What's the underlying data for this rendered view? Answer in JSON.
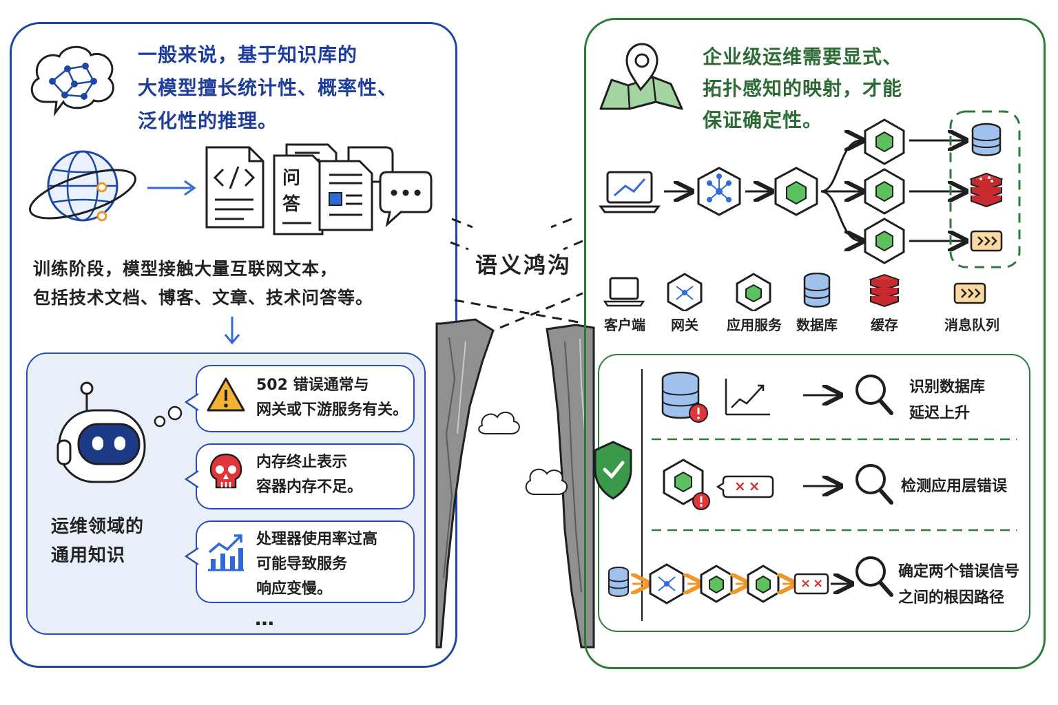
{
  "left": {
    "intro_lines": [
      "一般来说，基于知识库的",
      "大模型擅长统计性、概率性、",
      "泛化性的推理。"
    ],
    "doc_qa_chars": [
      "问",
      "答"
    ],
    "training_lines": [
      "训练阶段，模型接触大量互联网文本，",
      "包括技术文档、博客、文章、技术问答等。"
    ],
    "bubbles": [
      {
        "lines": [
          "502 错误通常与",
          "网关或下游服务有关。"
        ],
        "icon": "warning-icon"
      },
      {
        "lines": [
          "内存终止表示",
          "容器内存不足。"
        ],
        "icon": "skull-icon"
      },
      {
        "lines": [
          "处理器使用率过高",
          "可能导致服务",
          "响应变慢。"
        ],
        "icon": "rising-chart-icon"
      }
    ],
    "ellipsis": "…",
    "domain_label_lines": [
      "运维领域的",
      "通用知识"
    ]
  },
  "middle": {
    "gap_label": "语义鸿沟"
  },
  "right": {
    "intro_lines": [
      "企业级运维需要显式、",
      "拓扑感知的映射，才能",
      "保证确定性。"
    ],
    "legend": [
      "客户端",
      "网关",
      "应用服务",
      "数据库",
      "缓存",
      "消息队列"
    ],
    "results": [
      {
        "lines": [
          "识别数据库",
          "延迟上升"
        ]
      },
      {
        "lines": [
          "检测应用层错误"
        ]
      },
      {
        "lines": [
          "确定两个错误信号",
          "之间的根因路径"
        ]
      }
    ],
    "error_marks": "××"
  },
  "colors": {
    "left_accent": "#1d47a4",
    "right_accent": "#2f7a3a",
    "warning": "#f2b233",
    "error": "#d92b2b",
    "flow_arrow_orange": "#f0962b",
    "bg_light_blue": "#e9eff9"
  }
}
